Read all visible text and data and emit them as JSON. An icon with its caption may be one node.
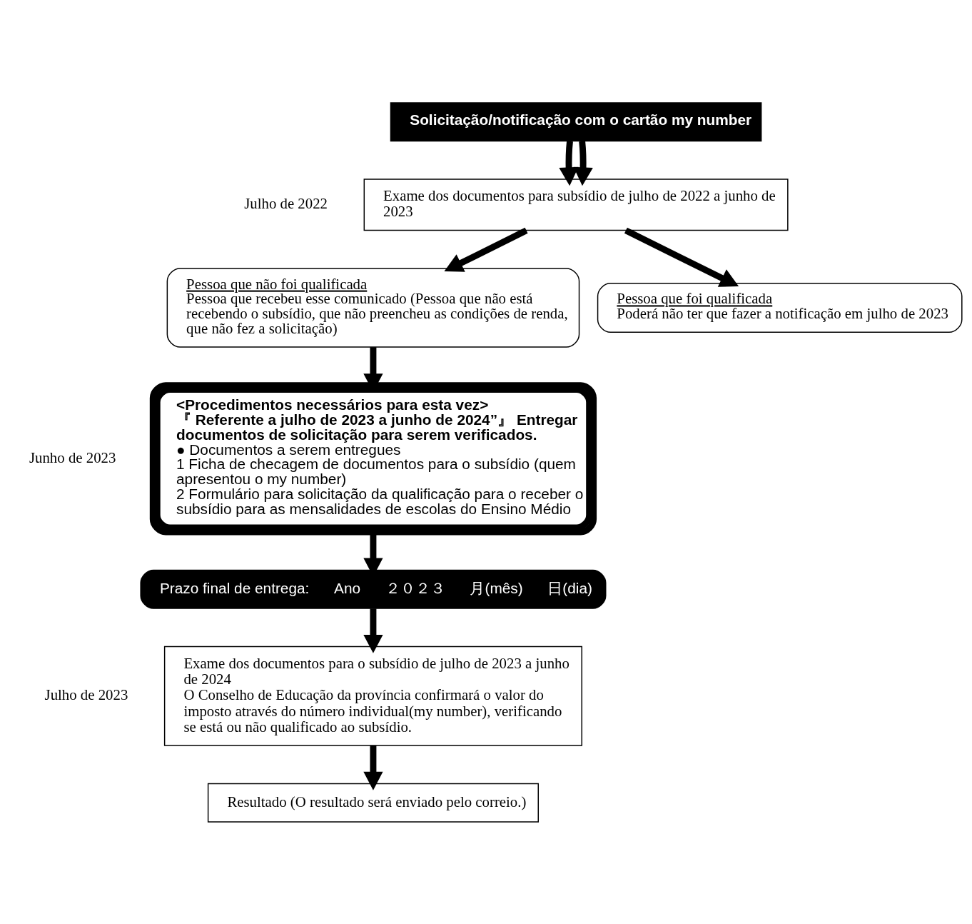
{
  "diagram": {
    "nodes": [
      {
        "text": [
          "Solicitação/notificação com o cartão my number"
        ]
      },
      {
        "text": [
          "Exame dos documentos para subsídio de julho de 2022 a junho de 2023"
        ],
        "beside": [
          "Julho de 2022"
        ]
      },
      {
        "text": [
          "Pessoa que não foi qualificada",
          "Pessoa que recebeu esse comunicado (Pessoa que não está recebendo o subsídio, que não preencheu as condições de renda, que não fez a solicitação)"
        ]
      },
      {
        "text": [
          "Pessoa que foi qualificada",
          "Poderá não ter que fazer a notificação em julho de 2023"
        ]
      },
      {
        "text": [
          "<Procedimentos necessários para esta vez>",
          "『 Referente a julho de 2023 a junho de 2024”』 Entregar documentos de solicitação para serem verificados.",
          "● Documentos a serem entregues",
          "1 Ficha de checagem de documentos para o subsídio (quem apresentou o my number)",
          "2 Formulário para solicitação da qualificação para o receber o subsídio para as mensalidades de escolas do Ensino Médio"
        ],
        "beside": [
          "Junho de 2023"
        ]
      },
      {
        "text": [
          "Prazo final de entrega:",
          "Ano",
          "２０２３",
          "月(mês)",
          "日(dia)"
        ]
      },
      {
        "text": [
          "Exame dos documentos para o subsídio de julho de 2023 a junho de 2024",
          "O Conselho de Educação da província confirmará o valor do imposto através do número individual(my number), verificando se está ou não qualificado ao subsídio."
        ],
        "beside": [
          "Julho de 2023"
        ]
      },
      {
        "text": [
          "Resultado (O resultado será enviado pelo correio.)"
        ]
      }
    ],
    "edges": [
      {
        "from": 0,
        "to": 1,
        "arrow": "to"
      },
      {
        "from": 0,
        "to": 1,
        "arrow": "to"
      },
      {
        "from": 1,
        "to": 2,
        "arrow": "to"
      },
      {
        "from": 1,
        "to": 3,
        "arrow": "to"
      },
      {
        "from": 2,
        "to": 4,
        "arrow": "to"
      },
      {
        "from": 4,
        "to": 5,
        "arrow": "to"
      },
      {
        "from": 5,
        "to": 6,
        "arrow": "to"
      },
      {
        "from": 6,
        "to": 7,
        "arrow": "to"
      }
    ]
  }
}
